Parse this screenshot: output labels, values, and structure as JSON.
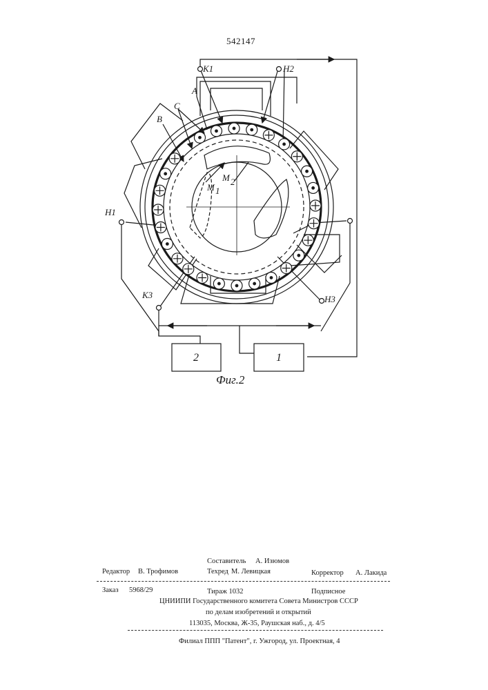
{
  "patent_number": "542147",
  "figure": {
    "caption": "Фиг.2",
    "terminals": {
      "k1": "К1",
      "h2": "Н2",
      "h1": "Н1",
      "k3": "К3",
      "h3": "Н3"
    },
    "letters": {
      "a": "А",
      "b": "В",
      "c": "С",
      "m1": "М",
      "m1_sub": "1",
      "m2": "М",
      "m2_sub": "2"
    },
    "box_1": "1",
    "box_2": "2"
  },
  "imprint": {
    "compiler_label": "Составитель",
    "compiler": "А. Изюмов",
    "editor_label": "Редактор",
    "editor": "В. Трофимов",
    "techred_label": "Техред",
    "techred": "М. Левицкая",
    "corrector_label": "Корректор",
    "corrector": "А. Лакида",
    "order_label": "Заказ",
    "order": "5968/29",
    "circulation": "Тираж 1032",
    "subscription": "Подписное",
    "org_line1": "ЦНИИПИ Государственного комитета Совета Министров СССР",
    "org_line2": "по делам изобретений и открытий",
    "address": "113035, Москва, Ж-35, Раушская наб., д. 4/5",
    "branch": "Филиал ППП \"Патент\", г. Ужгород, ул. Проектная, 4"
  }
}
